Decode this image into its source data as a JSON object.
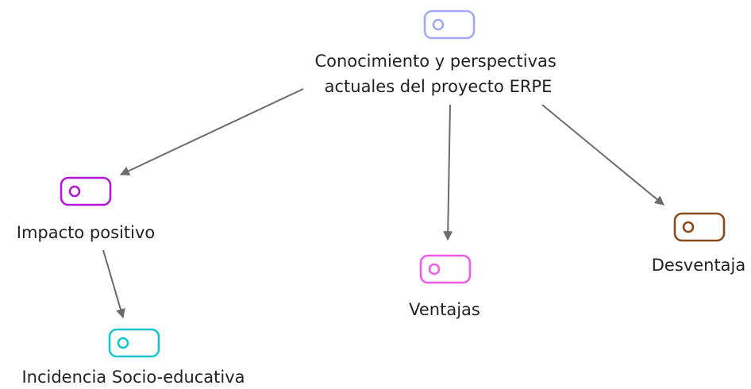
{
  "nodes": [
    {
      "id": "root",
      "lines": [
        "Conocimiento y perspectivas",
        "actuales del proyecto ERPE"
      ],
      "color": "#a3a8f7",
      "icon": "code-tag-icon"
    },
    {
      "id": "impacto",
      "lines": [
        "Impacto positivo"
      ],
      "color": "#b019d8",
      "icon": "code-tag-icon"
    },
    {
      "id": "ventajas",
      "lines": [
        "Ventajas"
      ],
      "color": "#f05ce8",
      "icon": "code-tag-icon"
    },
    {
      "id": "desventaja",
      "lines": [
        "Desventaja"
      ],
      "color": "#8a4a1c",
      "icon": "code-tag-icon"
    },
    {
      "id": "incidencia",
      "lines": [
        "Incidencia Socio-educativa"
      ],
      "color": "#1cc2cc",
      "icon": "code-tag-icon"
    }
  ],
  "edges": [
    {
      "from": "root",
      "to": "impacto"
    },
    {
      "from": "root",
      "to": "ventajas"
    },
    {
      "from": "root",
      "to": "desventaja"
    },
    {
      "from": "impacto",
      "to": "incidencia"
    }
  ]
}
